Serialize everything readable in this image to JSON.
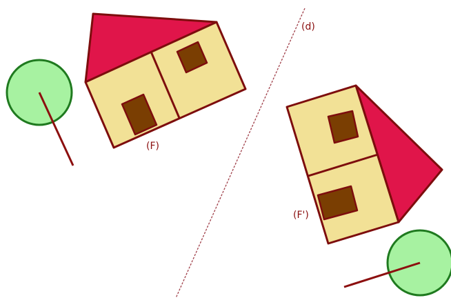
{
  "labels": {
    "line": "(d)",
    "figure": "(F)",
    "image": "(F')"
  },
  "colors": {
    "roof": "#e0154a",
    "wall": "#f2e196",
    "window": "#7a3e02",
    "outline": "#7d0d0d",
    "tree_fill": "#a7f2a1",
    "tree_outline": "#1f7a1f",
    "trunk": "#8c0f0f",
    "axis": "#a0404a",
    "label_text": "#8a0f0f"
  }
}
